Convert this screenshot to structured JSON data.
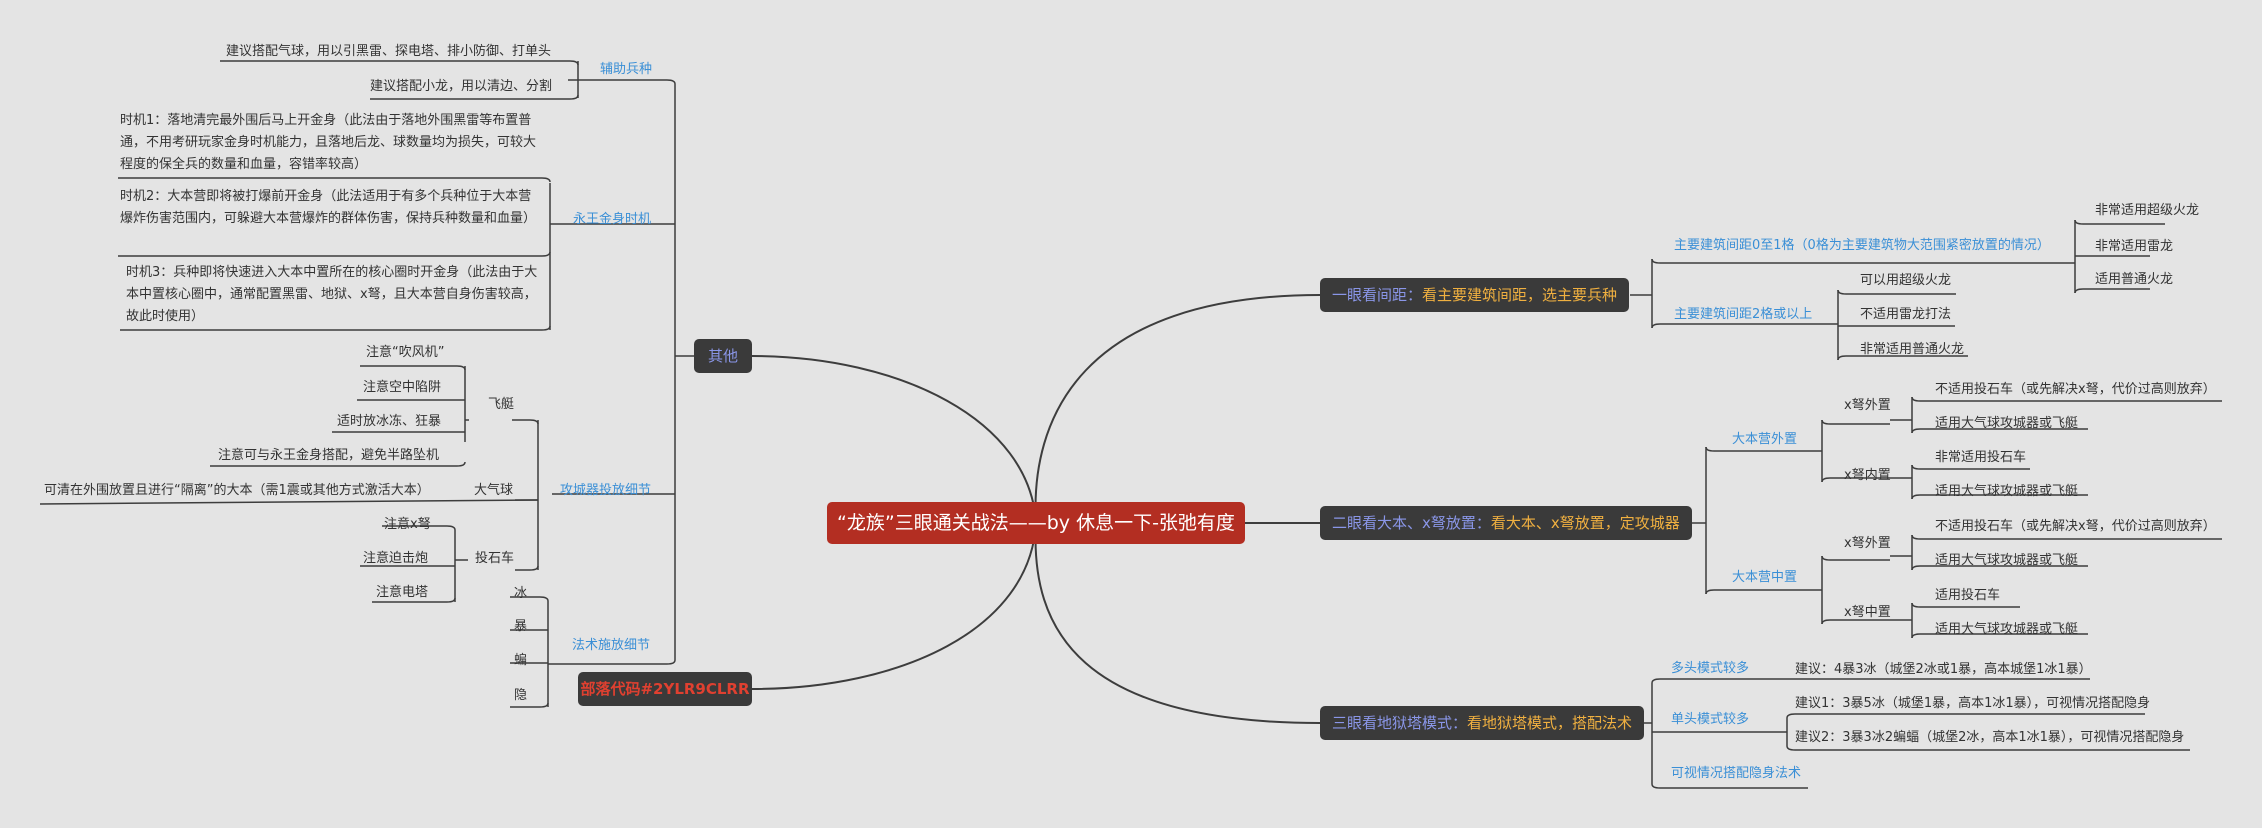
{
  "root": {
    "title": "“龙族”三眼通关战法——by 休息一下-张弛有度"
  },
  "left": {
    "other": {
      "label": "其他",
      "support": {
        "label": "辅助兵种",
        "items": [
          "建议搭配气球，用以引黑雷、探电塔、排小防御、打单头",
          "建议搭配小龙，用以清边、分割"
        ]
      },
      "eternal": {
        "label": "永王金身时机",
        "items": [
          "时机1：落地清完最外围后马上开金身（此法由于落地外围黑雷等布置普通，不用考研玩家金身时机能力，且落地后龙、球数量均为损失，可较大程度的保全兵的数量和血量，容错率较高）",
          "时机2：大本营即将被打爆前开金身（此法适用于有多个兵种位于大本营爆炸伤害范围内，可躲避大本营爆炸的群体伤害，保持兵种数量和血量）",
          "时机3：兵种即将快速进入大本中置所在的核心圈时开金身（此法由于大本中置核心圈中，通常配置黑雷、地狱、x弩，且大本营自身伤害较高，故此时使用）"
        ]
      },
      "siege": {
        "label": "攻城器投放细节",
        "blimp": {
          "label": "飞艇",
          "items": [
            "注意“吹风机”",
            "注意空中陷阱",
            "适时放冰冻、狂暴",
            "注意可与永王金身搭配，避免半路坠机"
          ]
        },
        "balloon": {
          "label": "大气球",
          "items": [
            "可清在外围放置且进行“隔离”的大本（需1震或其他方式激活大本）"
          ]
        },
        "thrower": {
          "label": "投石车",
          "items": [
            "注意x弩",
            "注意迫击炮",
            "注意电塔"
          ]
        }
      },
      "spell": {
        "label": "法术施放细节",
        "items": [
          "冰",
          "暴",
          "蝙",
          "隐"
        ]
      }
    },
    "code": {
      "label": "部落代码#2YLR9CLRR"
    }
  },
  "right": {
    "eye1": {
      "label_a": "一眼看间距：",
      "label_b": "看主要建筑间距，选主要兵种",
      "g1": {
        "label": "主要建筑间距0至1格（0格为主要建筑物大范围紧密放置的情况）",
        "items": [
          "非常适用超级火龙",
          "非常适用雷龙",
          "适用普通火龙"
        ]
      },
      "g2": {
        "label": "主要建筑间距2格或以上",
        "items": [
          "可以用超级火龙",
          "不适用雷龙打法",
          "非常适用普通火龙"
        ]
      }
    },
    "eye2": {
      "label_a": "二眼看大本、x弩放置：",
      "label_b": "看大本、x弩放置，定攻城器",
      "outer": {
        "label": "大本营外置",
        "a": {
          "label": "x弩外置",
          "items": [
            "不适用投石车（或先解决x弩，代价过高则放弃）",
            "适用大气球攻城器或飞艇"
          ]
        },
        "b": {
          "label": "x弩内置",
          "items": [
            "非常适用投石车",
            "适用大气球攻城器或飞艇"
          ]
        }
      },
      "inner": {
        "label": "大本营中置",
        "a": {
          "label": "x弩外置",
          "items": [
            "不适用投石车（或先解决x弩，代价过高则放弃）",
            "适用大气球攻城器或飞艇"
          ]
        },
        "b": {
          "label": "x弩中置",
          "items": [
            "适用投石车",
            "适用大气球攻城器或飞艇"
          ]
        }
      }
    },
    "eye3": {
      "label_a": "三眼看地狱塔模式：",
      "label_b": "看地狱塔模式，搭配法术",
      "multi": {
        "label": "多头模式较多",
        "items": [
          "建议：4暴3冰（城堡2冰或1暴，高本城堡1冰1暴）"
        ]
      },
      "single": {
        "label": "单头模式较多",
        "items": [
          "建议1：3暴5冰（城堡1暴，高本1冰1暴），可视情况搭配隐身",
          "建议2：3暴3冰2蝙蝠（城堡2冰，高本1冰1暴），可视情况搭配隐身"
        ]
      },
      "stealth": {
        "label": "可视情况搭配隐身法术"
      }
    }
  }
}
